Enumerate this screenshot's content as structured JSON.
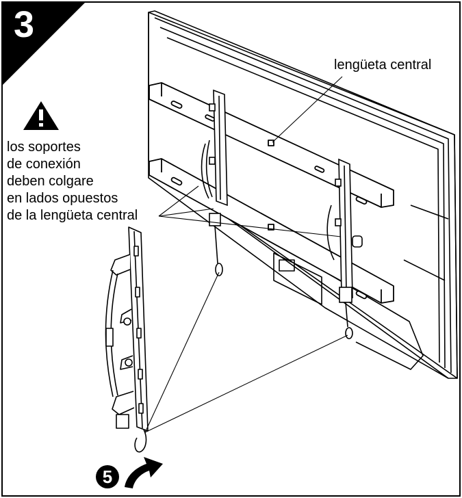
{
  "step": {
    "number": "3"
  },
  "labels": {
    "center_tab": "lengüeta central",
    "warning_lines": [
      "los soportes",
      "de conexión",
      "deben colgare",
      "en lados opuestos",
      "de la lengüeta central"
    ]
  },
  "substep": {
    "number": "5"
  },
  "icons": {
    "warning": "warning-triangle-icon",
    "rotate": "curved-arrow-icon"
  },
  "colors": {
    "ink": "#000000",
    "paper": "#ffffff"
  }
}
